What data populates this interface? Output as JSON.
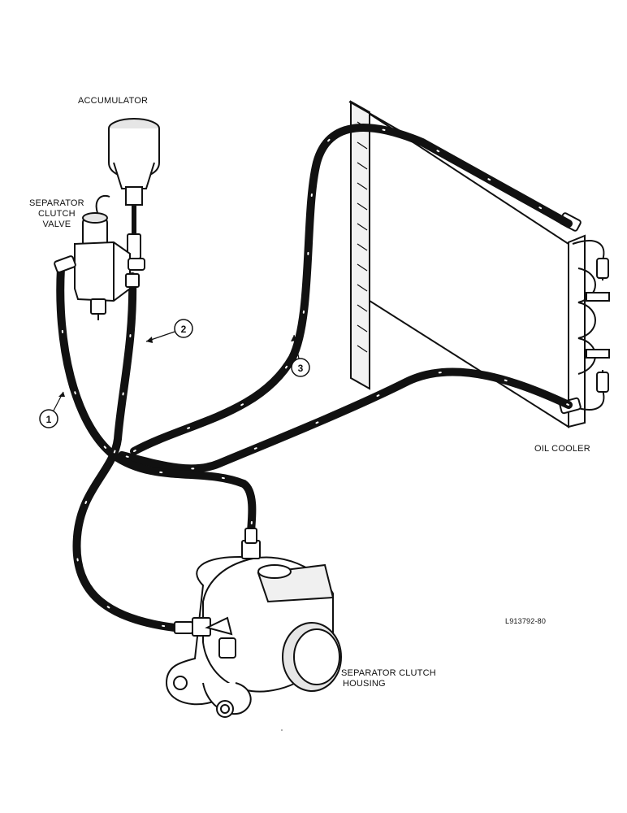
{
  "labels": {
    "accumulator": "ACCUMULATOR",
    "separator_clutch_valve": [
      "SEPARATOR",
      "CLUTCH",
      "VALVE"
    ],
    "oil_cooler": "OIL COOLER",
    "separator_clutch_housing": [
      "SEPARATOR CLUTCH",
      "HOUSING"
    ],
    "drawing_number": "L913792-80"
  },
  "callouts": [
    "1",
    "2",
    "3"
  ],
  "colors": {
    "line": "#111111",
    "paper": "#ffffff",
    "shade": "#e6e6e6"
  }
}
